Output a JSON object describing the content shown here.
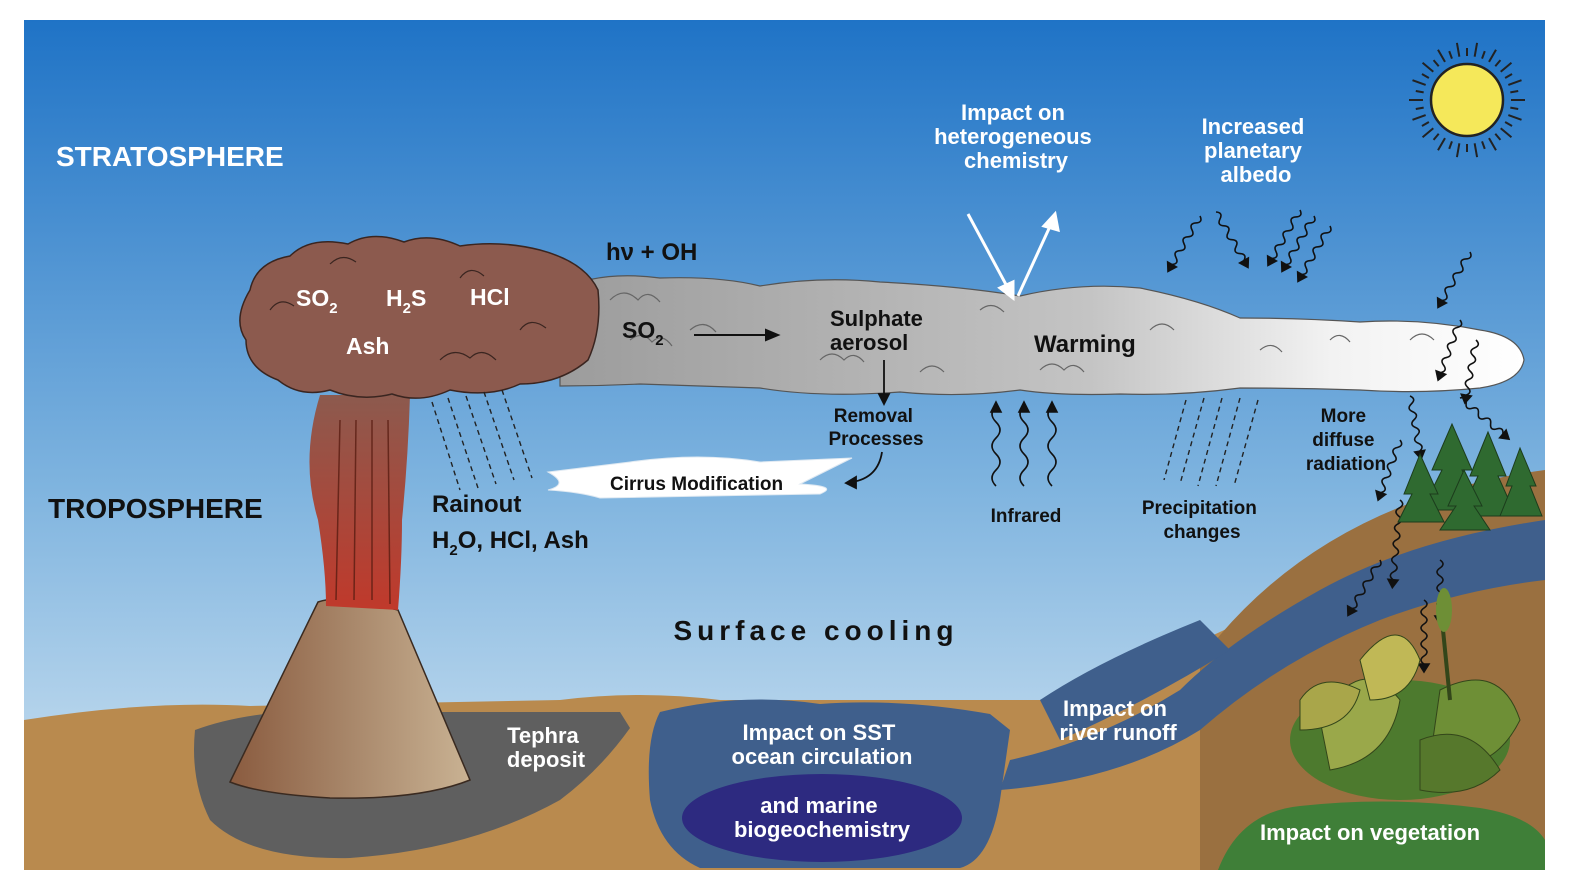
{
  "layers": {
    "stratosphere": "STRATOSPHERE",
    "troposphere": "TROPOSPHERE"
  },
  "plume": {
    "so2_base": "SO",
    "so2_sub": "2",
    "h2s_h": "H",
    "h2s_sub": "2",
    "h2s_s": "S",
    "hcl": "HCl",
    "ash": "Ash"
  },
  "chemistry": {
    "hv_oh": "hν + OH",
    "so2_base": "SO",
    "so2_sub": "2",
    "sulphate_line1": "Sulphate",
    "sulphate_line2": "aerosol",
    "warming": "Warming"
  },
  "impacts": {
    "heterogeneous_line1": "Impact on",
    "heterogeneous_line2": "heterogeneous",
    "heterogeneous_line3": "chemistry",
    "albedo_line1": "Increased",
    "albedo_line2": "planetary",
    "albedo_line3": "albedo",
    "removal_line1": "Removal",
    "removal_line2": "Processes",
    "cirrus": "Cirrus Modification",
    "rainout": "Rainout",
    "rainout_species_h": "H",
    "rainout_species_sub": "2",
    "rainout_species_rest": "O, HCl, Ash",
    "infrared": "Infrared",
    "precip_line1": "Precipitation",
    "precip_line2": "changes",
    "diffuse_line1": "More",
    "diffuse_line2": "diffuse",
    "diffuse_line3": "radiation",
    "surface_cooling": "Surface cooling",
    "tephra_line1": "Tephra",
    "tephra_line2": "deposit",
    "sst_line1": "Impact on SST",
    "sst_line2": "ocean circulation",
    "marine_line1": "and marine",
    "marine_line2": "biogeochemistry",
    "river_line1": "Impact on",
    "river_line2": "river runoff",
    "vegetation": "Impact on vegetation"
  },
  "colors": {
    "sky_top": "#1f73c6",
    "sky_bottom": "#c8dff0",
    "plume_brown": "#8c5a4e",
    "volcano_red": "#c0392b",
    "aerosol_grey": "#b7b7b7",
    "ocean_blue": "#3f5f8c",
    "ground_brown": "#b98a4e",
    "sun_yellow": "#f5e85a",
    "marine_purple": "#2d2a80",
    "forest_green": "#3f7f38"
  }
}
